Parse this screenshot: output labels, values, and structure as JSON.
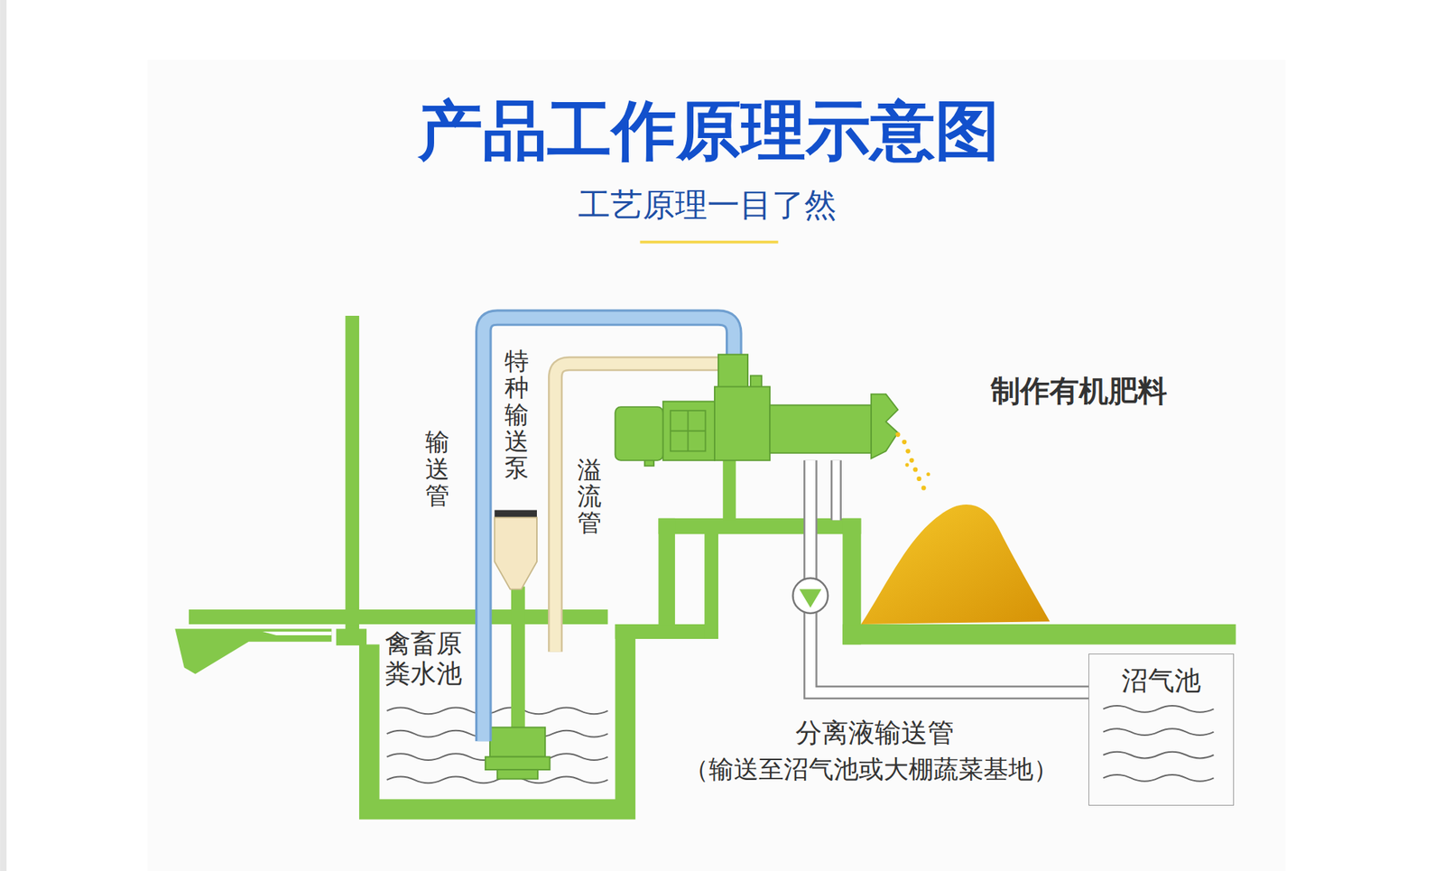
{
  "diagram": {
    "title": "产品工作原理示意图",
    "nodes": [
      {
        "text": [
          "禽畜原粪水池"
        ]
      },
      {
        "text": [
          "沼气池"
        ]
      }
    ],
    "labels": [
      "工艺原理一目了然",
      "输送管",
      "特种输送泵",
      "溢流管",
      "制作有机肥料",
      "分离液输送管",
      "（输送至沼气池或大棚蔬菜基地）"
    ]
  }
}
